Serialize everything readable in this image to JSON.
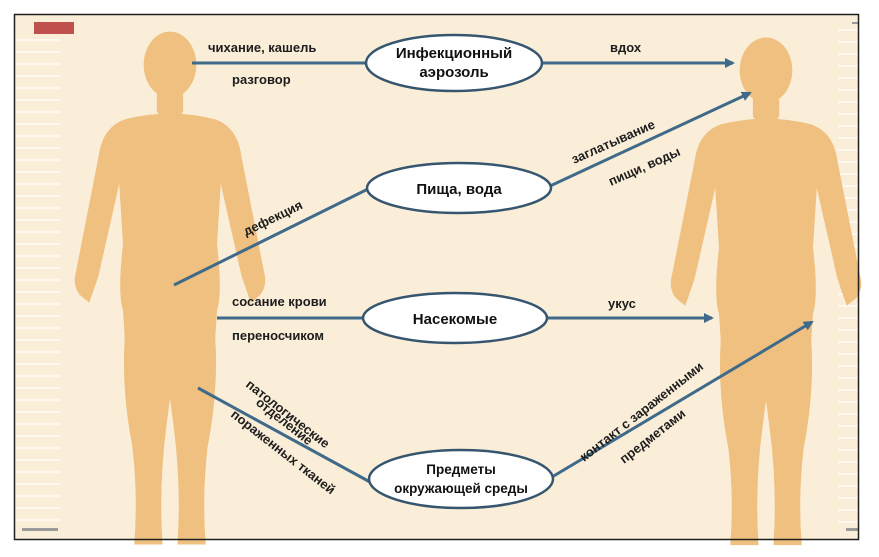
{
  "colors": {
    "background": "#fbeed8",
    "figure": "#efc07f",
    "arrow": "#3f6a8a",
    "ellipse_fill": "#ffffff",
    "ellipse_stroke": "#36556f",
    "accent_bar": "#c0504d",
    "frame": "#1f1f1f"
  },
  "nodes": {
    "aerosol": {
      "line1": "Инфекционный",
      "line2": "аэрозоль"
    },
    "food": {
      "label": "Пища, вода"
    },
    "insects": {
      "label": "Насекомые"
    },
    "objects": {
      "line1": "Предметы",
      "line2": "окружающей среды"
    }
  },
  "labels": {
    "sneeze": "чихание, кашель",
    "talk": "разговор",
    "inhale": "вдох",
    "defecation": "дефекция",
    "swallow1": "заглатывание",
    "swallow2": "пищи, воды",
    "blood1": "сосание крови",
    "blood2": "переносчиком",
    "bite": "укус",
    "patho1": "патологические",
    "patho2": "отделение",
    "patho3": "пораженных тканей",
    "contact1": "контакт с зараженными",
    "contact2": "предметами"
  },
  "figures": [
    {
      "name": "source-figure"
    },
    {
      "name": "recipient-figure"
    }
  ]
}
